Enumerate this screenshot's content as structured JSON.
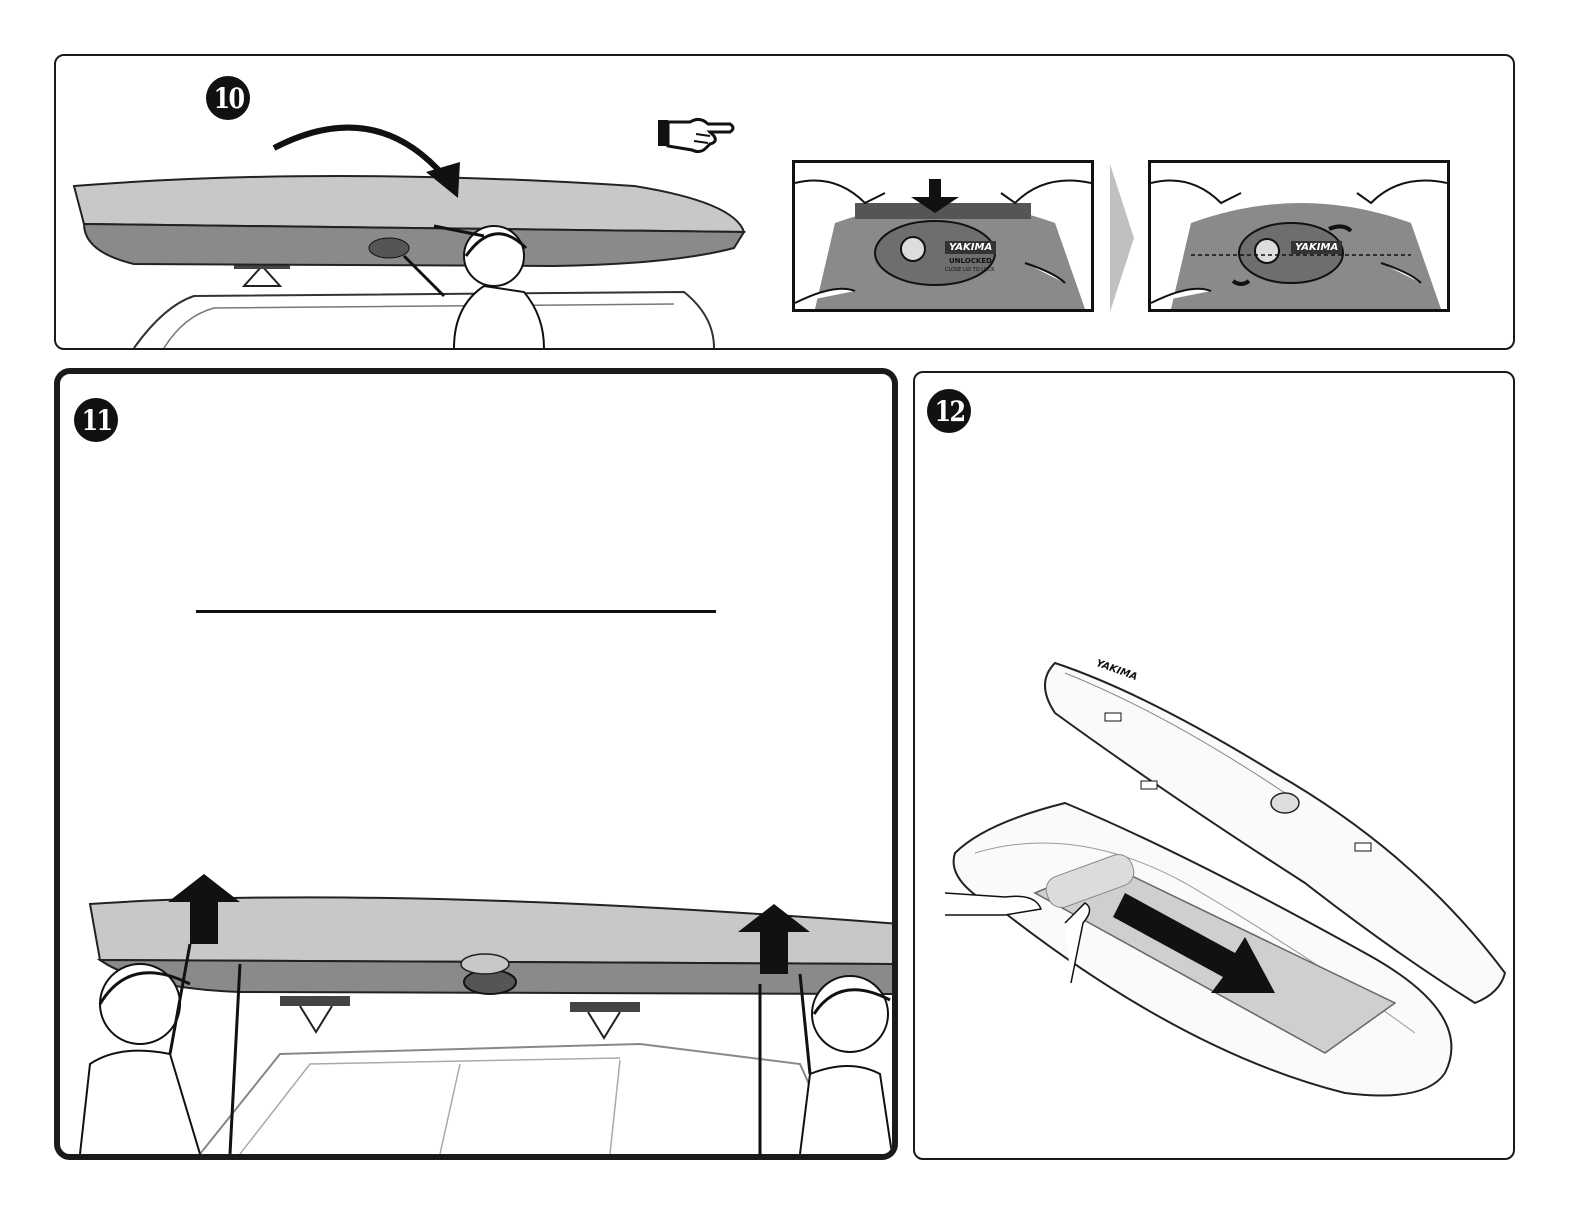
{
  "steps": [
    {
      "number": "10"
    },
    {
      "number": "11"
    },
    {
      "number": "12"
    }
  ],
  "brand_text": "YAKIMA",
  "lock_unlocked_text": "UNLOCKED",
  "lock_hint_text": "CLOSE LID TO LOCK",
  "icons": {
    "pointing_hand": "pointing-hand-icon",
    "lift_arrow": "up-arrow-icon",
    "rotate_arrow": "curved-arrow-icon",
    "push_arrow": "down-arrow-icon",
    "slide_arrow": "diagonal-arrow-icon"
  },
  "colors": {
    "box_light": "#c8c8c8",
    "box_dark": "#8a8a8a",
    "lock_body": "#6e6e6e",
    "ink": "#111111"
  }
}
